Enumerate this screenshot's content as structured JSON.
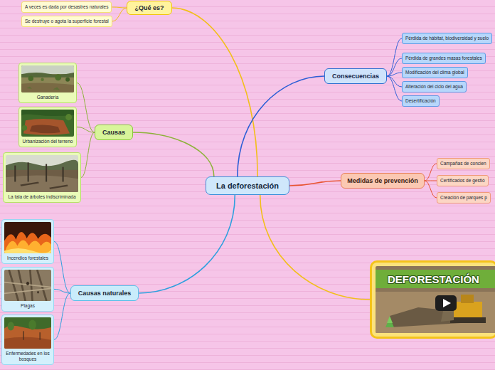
{
  "diagram": {
    "nodes": [
      {
        "text": [
          "La deforestación"
        ]
      },
      {
        "text": [
          "¿Qué es?"
        ]
      },
      {
        "text": [
          "A veces es dada por desastres naturales"
        ]
      },
      {
        "text": [
          "Se destruye o agota la superficie forestal"
        ]
      },
      {
        "text": [
          "Causas"
        ]
      },
      {
        "text": [
          "Ganadería"
        ]
      },
      {
        "text": [
          "Urbanización del terreno"
        ]
      },
      {
        "text": [
          "La tala de árboles indiscriminada"
        ]
      },
      {
        "text": [
          "Causas naturales"
        ]
      },
      {
        "text": [
          "Incendios forestales"
        ]
      },
      {
        "text": [
          "Plagas"
        ]
      },
      {
        "text": [
          "Enfermedades en los bosques"
        ]
      },
      {
        "text": [
          "Consecuencias"
        ]
      },
      {
        "text": [
          "Pérdida de hábitat, biodiversidad y suelo"
        ]
      },
      {
        "text": [
          "Pérdida de grandes masas forestales"
        ]
      },
      {
        "text": [
          "Modificación del clima global"
        ]
      },
      {
        "text": [
          "Alteración del ciclo del agua"
        ]
      },
      {
        "text": [
          "Desertificación"
        ]
      },
      {
        "text": [
          "Medidas de prevención"
        ]
      },
      {
        "text": [
          "Campañas de concien"
        ]
      },
      {
        "text": [
          "Certificados de gestió"
        ]
      },
      {
        "text": [
          "Creación de parques p"
        ]
      },
      {
        "text": [
          "DEFORESTACIÓN"
        ]
      }
    ],
    "edges": [
      {
        "from": 0,
        "to": 1,
        "arrow": "none"
      },
      {
        "from": 1,
        "to": 2,
        "arrow": "none"
      },
      {
        "from": 1,
        "to": 3,
        "arrow": "none"
      },
      {
        "from": 0,
        "to": 4,
        "arrow": "none"
      },
      {
        "from": 4,
        "to": 5,
        "arrow": "none"
      },
      {
        "from": 4,
        "to": 6,
        "arrow": "none"
      },
      {
        "from": 4,
        "to": 7,
        "arrow": "none"
      },
      {
        "from": 0,
        "to": 8,
        "arrow": "none"
      },
      {
        "from": 8,
        "to": 9,
        "arrow": "none"
      },
      {
        "from": 8,
        "to": 10,
        "arrow": "none"
      },
      {
        "from": 8,
        "to": 11,
        "arrow": "none"
      },
      {
        "from": 0,
        "to": 12,
        "arrow": "none"
      },
      {
        "from": 12,
        "to": 13,
        "arrow": "none"
      },
      {
        "from": 12,
        "to": 14,
        "arrow": "none"
      },
      {
        "from": 12,
        "to": 15,
        "arrow": "none"
      },
      {
        "from": 12,
        "to": 16,
        "arrow": "none"
      },
      {
        "from": 12,
        "to": 17,
        "arrow": "none"
      },
      {
        "from": 0,
        "to": 18,
        "arrow": "none"
      },
      {
        "from": 18,
        "to": 19,
        "arrow": "none"
      },
      {
        "from": 18,
        "to": 20,
        "arrow": "none"
      },
      {
        "from": 18,
        "to": 21,
        "arrow": "none"
      },
      {
        "from": 0,
        "to": 22,
        "arrow": "none"
      }
    ]
  }
}
